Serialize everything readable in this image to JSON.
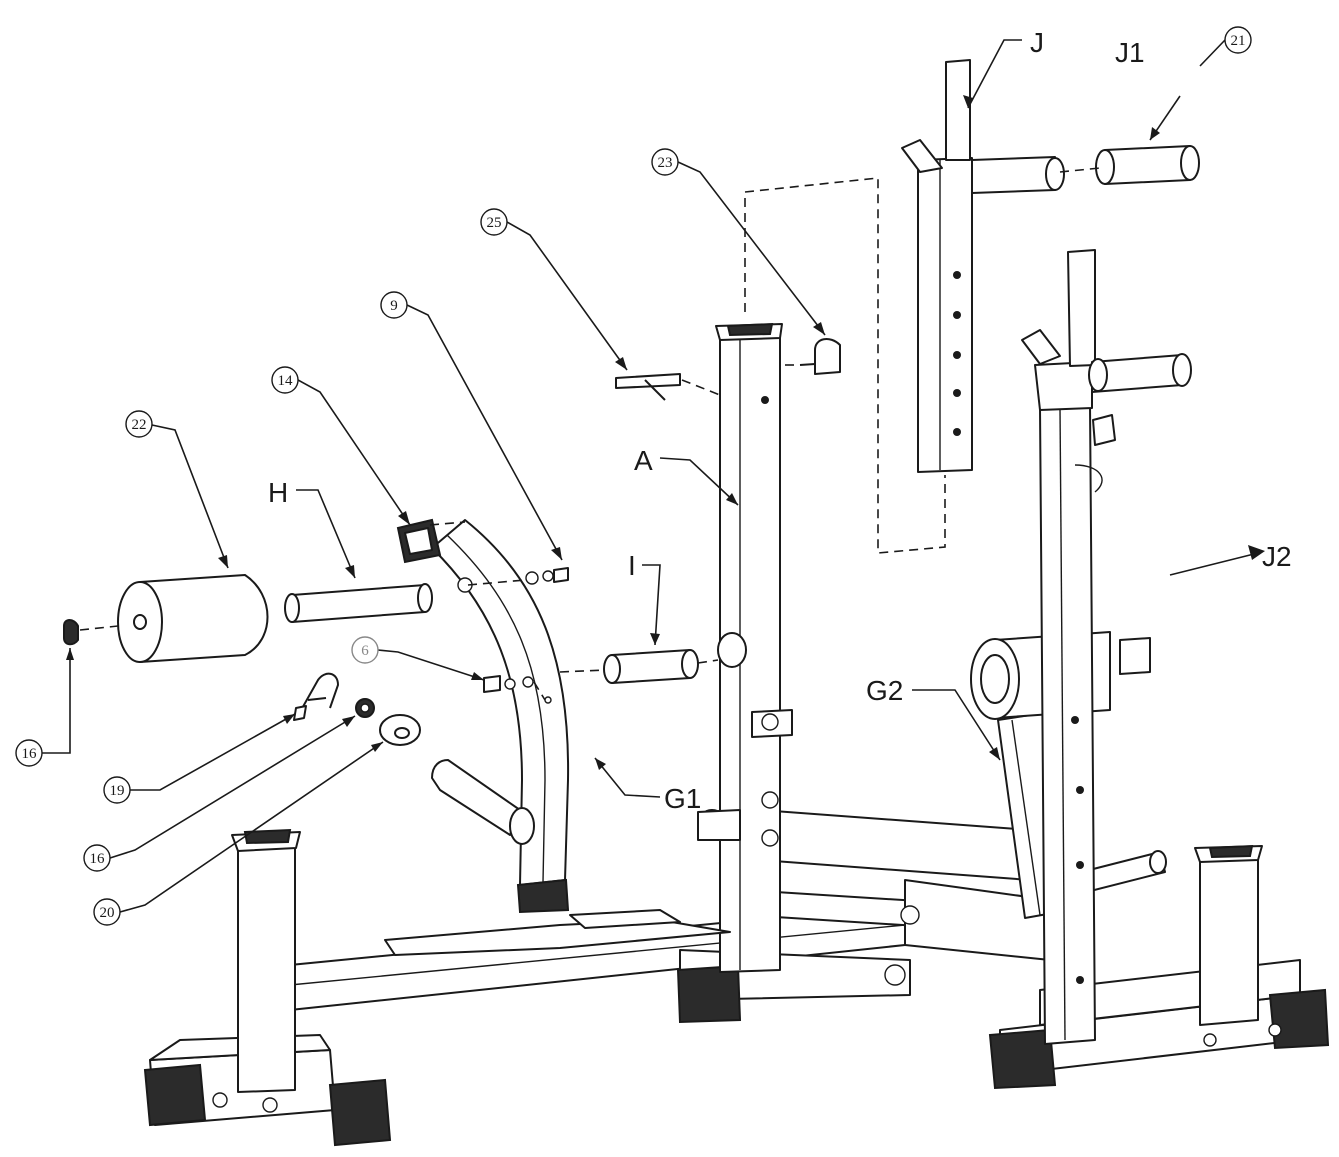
{
  "callouts": {
    "n21": "21",
    "n23": "23",
    "n25": "25",
    "n9": "9",
    "n14": "14",
    "n22": "22",
    "n6": "6",
    "n16a": "16",
    "n19": "19",
    "n16b": "16",
    "n20": "20"
  },
  "labels": {
    "J": "J",
    "J1": "J1",
    "J2": "J2",
    "A": "A",
    "H": "H",
    "I": "I",
    "G1": "G1",
    "G2": "G2"
  }
}
